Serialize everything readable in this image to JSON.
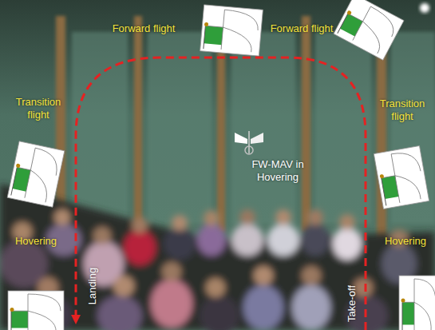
{
  "diagram": {
    "labels": [
      "Forward flight",
      "Forward flight",
      "Transition flight",
      "Transition flight",
      "FW-MAV in Hovering",
      "Hovering",
      "Hovering",
      "Landing",
      "Take-off"
    ]
  }
}
